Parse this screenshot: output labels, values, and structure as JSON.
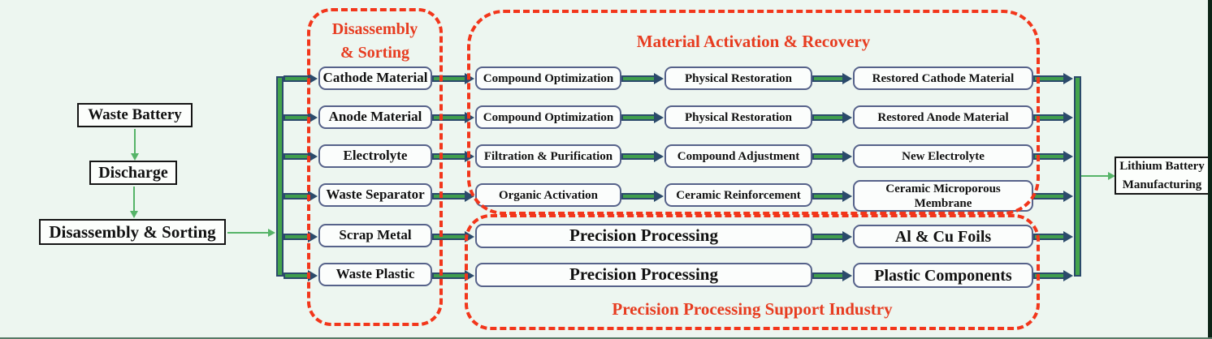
{
  "palette": {
    "background": "#edf6f0",
    "accent_red": "#f2361b",
    "arrow_green": "#3f9e4d",
    "thin_arrow_green": "#56b468",
    "node_border_blue": "#56628a",
    "bus_outline_navy": "#2b4a6b"
  },
  "left_flow": {
    "waste_battery": "Waste Battery",
    "discharge": "Discharge",
    "disassembly_sorting": "Disassembly & Sorting"
  },
  "sorting_group": {
    "title_line1": "Disassembly",
    "title_line2": "& Sorting",
    "items": [
      "Cathode Material",
      "Anode Material",
      "Electrolyte",
      "Waste Separator",
      "Scrap Metal",
      "Waste Plastic"
    ]
  },
  "recovery_group": {
    "title": "Material Activation & Recovery",
    "rows": [
      {
        "step1": "Compound Optimization",
        "step2": "Physical Restoration",
        "output": "Restored Cathode Material"
      },
      {
        "step1": "Compound Optimization",
        "step2": "Physical Restoration",
        "output": "Restored Anode Material"
      },
      {
        "step1": "Filtration & Purification",
        "step2": "Compound Adjustment",
        "output": "New Electrolyte"
      },
      {
        "step1": "Organic Activation",
        "step2": "Ceramic Reinforcement",
        "output": "Ceramic Microporous Membrane"
      }
    ]
  },
  "support_group": {
    "title": "Precision Processing Support Industry",
    "rows": [
      {
        "step": "Precision Processing",
        "output": "Al & Cu Foils"
      },
      {
        "step": "Precision Processing",
        "output": "Plastic Components"
      }
    ]
  },
  "final_output": {
    "line1": "Lithium Battery",
    "line2": "Manufacturing"
  }
}
